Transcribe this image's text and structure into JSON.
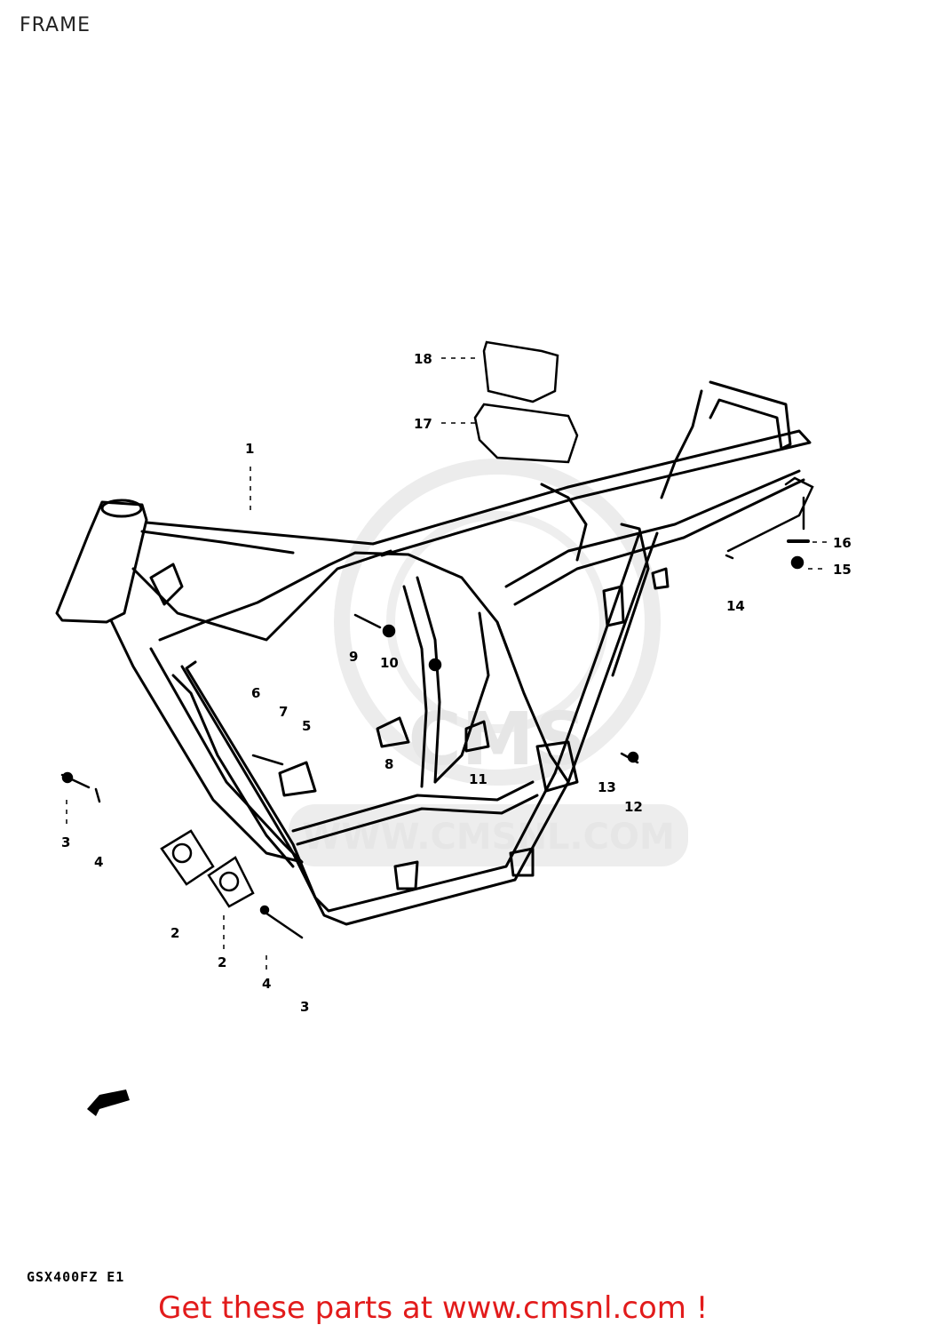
{
  "page": {
    "title": "FRAME"
  },
  "diagram": {
    "model_code": "GSX400FZ E1",
    "watermark": "WWW.CMSNL.COM",
    "callouts": [
      {
        "id": "c1",
        "label": "1"
      },
      {
        "id": "c2a",
        "label": "2"
      },
      {
        "id": "c2b",
        "label": "2"
      },
      {
        "id": "c3a",
        "label": "3"
      },
      {
        "id": "c3b",
        "label": "3"
      },
      {
        "id": "c4a",
        "label": "4"
      },
      {
        "id": "c4b",
        "label": "4"
      },
      {
        "id": "c5",
        "label": "5"
      },
      {
        "id": "c6",
        "label": "6"
      },
      {
        "id": "c7",
        "label": "7"
      },
      {
        "id": "c8",
        "label": "8"
      },
      {
        "id": "c9",
        "label": "9"
      },
      {
        "id": "c10",
        "label": "10"
      },
      {
        "id": "c11",
        "label": "11"
      },
      {
        "id": "c12",
        "label": "12"
      },
      {
        "id": "c13",
        "label": "13"
      },
      {
        "id": "c14",
        "label": "14"
      },
      {
        "id": "c15",
        "label": "15"
      },
      {
        "id": "c16",
        "label": "16"
      },
      {
        "id": "c17",
        "label": "17"
      },
      {
        "id": "c18",
        "label": "18"
      }
    ]
  },
  "footer": {
    "promo_text": "Get these parts at www.cmsnl.com !"
  },
  "colors": {
    "promo": "#e21b1b",
    "watermark": "#e6e6e6",
    "line": "#000000"
  }
}
